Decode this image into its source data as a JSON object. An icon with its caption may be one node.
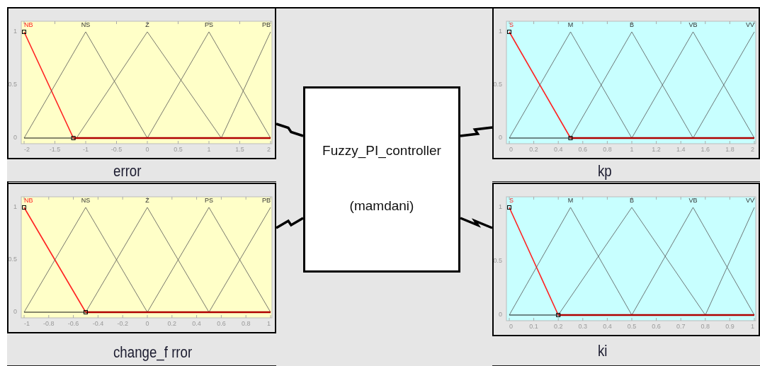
{
  "diagram": {
    "nodes": [
      {
        "text": [
          "Fuzzy_PI_controller",
          "(mamdani)"
        ]
      },
      {
        "text": [
          "NB",
          "NS",
          "Z",
          "PS",
          "PB",
          "1",
          "0.5",
          "0",
          "-2",
          "-1.5",
          "-1",
          "-0.5",
          "0",
          "0.5",
          "1",
          "1.5",
          "2",
          "error"
        ]
      },
      {
        "text": [
          "NB",
          "NS",
          "Z",
          "PS",
          "PB",
          "1",
          "0.5",
          "0",
          "-1",
          "-0.8",
          "-0.6",
          "-0.4",
          "-0.2",
          "0",
          "0.2",
          "0.4",
          "0.6",
          "0.8",
          "1",
          "change_f rror"
        ]
      },
      {
        "text": [
          "S",
          "M",
          "B",
          "VB",
          "VV",
          "1",
          "0.5",
          "0",
          "0",
          "0.2",
          "0.4",
          "0.6",
          "0.8",
          "1",
          "1.2",
          "1.4",
          "1.6",
          "1.8",
          "2",
          "kp"
        ]
      },
      {
        "text": [
          "S",
          "M",
          "B",
          "VB",
          "VV",
          "1",
          "0.5",
          "0",
          "0",
          "0.1",
          "0.2",
          "0.3",
          "0.4",
          "0.5",
          "0.6",
          "0.7",
          "0.8",
          "0.9",
          "1",
          "ki"
        ]
      }
    ],
    "edges": [
      {
        "from": 1,
        "to": 0,
        "arrow": "none"
      },
      {
        "from": 2,
        "to": 0,
        "arrow": "none"
      },
      {
        "from": 0,
        "to": 3,
        "arrow": "none"
      },
      {
        "from": 0,
        "to": 4,
        "arrow": "none"
      }
    ]
  }
}
